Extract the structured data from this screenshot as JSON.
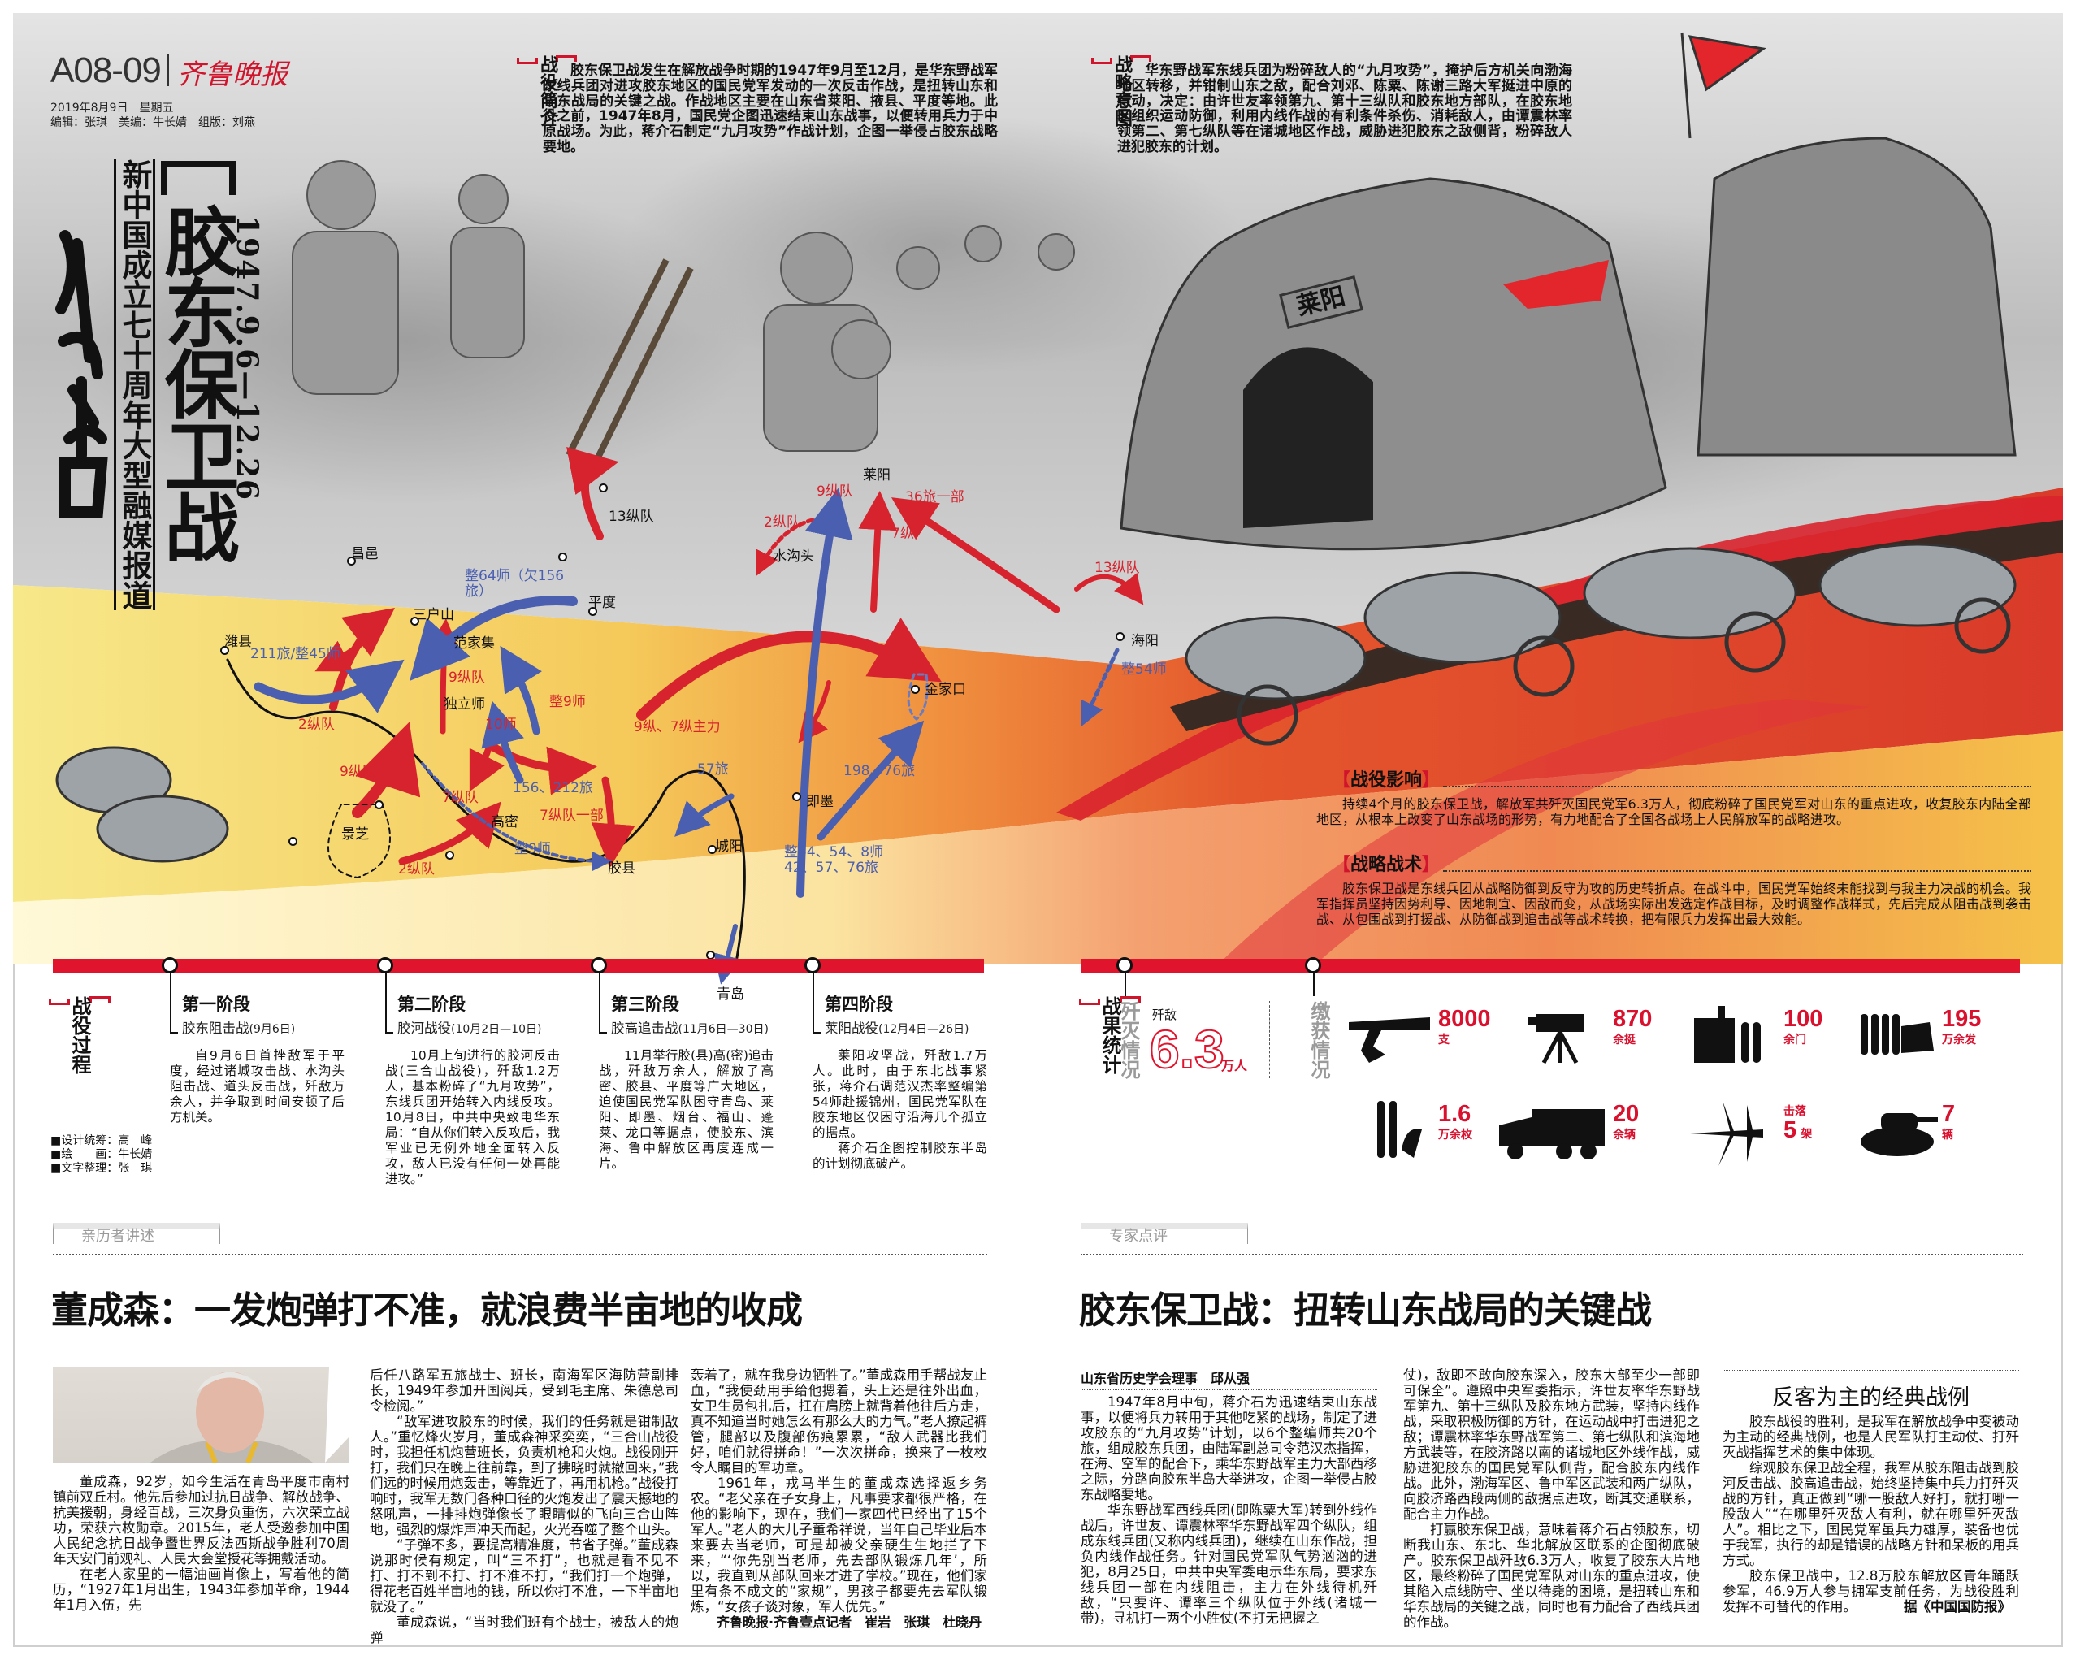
{
  "masthead": {
    "page_code": "A08-09",
    "paper": "齐鲁晚报",
    "date": "2019年8月9日　星期五",
    "editors": "编辑：张琪　美编：牛长婧　组版：刘燕"
  },
  "title": {
    "main": "胶东保卫战",
    "dates": "1947.9.6—12.26",
    "subtitle": "新中国成立七十周年大型融媒报道"
  },
  "intro": {
    "label": "战役简介",
    "text": "胶东保卫战发生在解放战争时期的1947年9月至12月，是华东野战军东线兵团对进攻胶东地区的国民党军发动的一次反击作战，是扭转山东和华东战局的关键之战。作战地区主要在山东省莱阳、掖县、平度等地。此役之前，1947年8月，国民党企图迅速结束山东战事，以便转用兵力于中原战场。为此，蒋介石制定“九月攻势”作战计划，企图一举侵占胶东战略要地。"
  },
  "intent": {
    "label": "战略意图",
    "text": "华东野战军东线兵团为粉碎敌人的“九月攻势”，掩护后方机关向渤海地区转移，并钳制山东之敌，配合刘邓、陈粟、陈谢三路大军挺进中原的行动，决定：由许世友率领第九、第十三纵队和胶东地方部队，在胶东地区组织运动防御，利用内线作战的有利条件杀伤、消耗敌人，由谭震林率领第二、第七纵队等在诸城地区作战，威胁进犯胶东之敌侧背，粉碎敌人进犯胶东的计划。"
  },
  "illustration": {
    "gate_plaque": "莱阳"
  },
  "map": {
    "labels": [
      {
        "text": "13纵队",
        "side": "black"
      },
      {
        "text": "莱阳",
        "side": "black"
      },
      {
        "text": "9纵队",
        "side": "red"
      },
      {
        "text": "36旅一部",
        "side": "red"
      },
      {
        "text": "2纵队",
        "side": "red"
      },
      {
        "text": "7纵",
        "side": "red"
      },
      {
        "text": "水沟头",
        "side": "black"
      },
      {
        "text": "昌邑",
        "side": "black"
      },
      {
        "text": "整64师（欠156旅）",
        "side": "blue"
      },
      {
        "text": "平度",
        "side": "black"
      },
      {
        "text": "三户山",
        "side": "black"
      },
      {
        "text": "范家集",
        "side": "black"
      },
      {
        "text": "潍县",
        "side": "black"
      },
      {
        "text": "211旅/整45师",
        "side": "blue"
      },
      {
        "text": "9纵队",
        "side": "red"
      },
      {
        "text": "独立师",
        "side": "black"
      },
      {
        "text": "整9师",
        "side": "red"
      },
      {
        "text": "10师",
        "side": "red"
      },
      {
        "text": "2纵队",
        "side": "red"
      },
      {
        "text": "9纵、7纵主力",
        "side": "red"
      },
      {
        "text": "9纵队",
        "side": "red"
      },
      {
        "text": "57旅",
        "side": "blue"
      },
      {
        "text": "198、76旅",
        "side": "blue"
      },
      {
        "text": "7纵队",
        "side": "red"
      },
      {
        "text": "156、212旅",
        "side": "blue"
      },
      {
        "text": "即墨",
        "side": "black"
      },
      {
        "text": "7纵队一部",
        "side": "red"
      },
      {
        "text": "高密",
        "side": "black"
      },
      {
        "text": "景芝",
        "side": "black"
      },
      {
        "text": "整9师",
        "side": "blue"
      },
      {
        "text": "城阳",
        "side": "black"
      },
      {
        "text": "整64、54、8师 42、57、76旅",
        "side": "blue"
      },
      {
        "text": "2纵队",
        "side": "red"
      },
      {
        "text": "胶县",
        "side": "black"
      },
      {
        "text": "13纵队",
        "side": "red"
      },
      {
        "text": "海阳",
        "side": "black"
      },
      {
        "text": "整54师",
        "side": "blue"
      },
      {
        "text": "金家口",
        "side": "black"
      },
      {
        "text": "青岛",
        "side": "black"
      }
    ]
  },
  "impact": {
    "label": "战役影响",
    "text": "持续4个月的胶东保卫战，解放军共歼灭国民党军6.3万人，彻底粉碎了国民党军对山东的重点进攻，收复胶东内陆全部地区，从根本上改变了山东战场的形势，有力地配合了全国各战场上人民解放军的战略进攻。"
  },
  "tactics": {
    "label": "战略战术",
    "text": "胶东保卫战是东线兵团从战略防御到反守为攻的历史转折点。在战斗中，国民党军始终未能找到与我主力决战的机会。我军指挥员坚持因势利导、因地制宜、因敌而变，从战场实际出发选定作战目标，及时调整作战样式，先后完成从阻击战到袭击战、从包围战到打援战、从防御战到追击战等战术转换，把有限兵力发挥出最大效能。"
  },
  "process": {
    "label": "战役过程",
    "stages": [
      {
        "title": "第一阶段",
        "battle": "胶东阻击战",
        "dates": "(9月6日)",
        "text": "自9月6日首挫敌军于平度，经过诸城攻击战、水沟头阻击战、道头反击战，歼敌万余人，并争取到时间安顿了后方机关。"
      },
      {
        "title": "第二阶段",
        "battle": "胶河战役",
        "dates": "(10月2日—10日)",
        "text": "10月上旬进行的胶河反击战(三合山战役)，歼敌1.2万人，基本粉碎了“九月攻势”，东线兵团开始转入内线反攻。10月8日，中共中央致电华东局：“自从你们转入反攻后，我军业已无例外地全面转入反攻，敌人已没有任何一处再能进攻。”"
      },
      {
        "title": "第三阶段",
        "battle": "胶高追击战",
        "dates": "(11月6日—30日)",
        "text": "11月举行胶(县)高(密)追击战，歼敌万余人，解放了高密、胶县、平度等广大地区，迫使国民党军队困守青岛、莱阳、即墨、烟台、福山、蓬莱、龙口等据点，使胶东、滨海、鲁中解放区再度连成一片。"
      },
      {
        "title": "第四阶段",
        "battle": "莱阳战役",
        "dates": "(12月4日—26日)",
        "text": "莱阳攻坚战，歼敌1.7万人。此时，由于东北战事紧张，蒋介石调范汉杰率整编第54师赴援锦州，国民党军队在胶东地区仅困守沿海几个孤立的据点。",
        "text2": "蒋介石企图控制胶东半岛的计划彻底破产。"
      }
    ],
    "credits": [
      "■设计统筹：高　峰",
      "■绘　　画：牛长婧",
      "■文字整理：张　琪"
    ]
  },
  "results": {
    "label": "战果统计",
    "annihilated": {
      "label": "歼灭情况",
      "prefix": "歼敌",
      "value": "6.3",
      "unit": "万人"
    },
    "captured": {
      "label": "缴获情况",
      "items": [
        {
          "icon": "rifle",
          "value": "8000",
          "unit": "支"
        },
        {
          "icon": "machine-gun",
          "value": "870",
          "unit": "余挺"
        },
        {
          "icon": "artillery",
          "value": "100",
          "unit": "余门"
        },
        {
          "icon": "shells",
          "value": "195",
          "unit": "万余发"
        },
        {
          "icon": "grenade",
          "value": "1.6",
          "unit": "万余枚"
        },
        {
          "icon": "truck",
          "value": "20",
          "unit": "余辆"
        },
        {
          "icon": "plane",
          "prefix": "击落",
          "value": "5",
          "unit": "架"
        },
        {
          "icon": "tank",
          "value": "7",
          "unit": "辆"
        }
      ]
    }
  },
  "article_left": {
    "tab": "亲历者讲述",
    "headline": "董成森：一发炮弹打不准，就浪费半亩地的收成",
    "col1": [
      "董成森，92岁，如今生活在青岛平度市南村镇前双丘村。他先后参加过抗日战争、解放战争、抗美援朝，身经百战，三次身负重伤，六次荣立战功，荣获六枚勋章。2015年，老人受邀参加中国人民纪念抗日战争暨世界反法西斯战争胜利70周年天安门前观礼、人民大会堂授花等拥戴活动。",
      "在老人家里的一幅油画肖像上，写着他的简历，“1927年1月出生，1943年参加革命，1944年1月入伍，先"
    ],
    "col2": [
      "后任八路军五旅战士、班长，南海军区海防营副排长，1949年参加开国阅兵，受到毛主席、朱德总司令检阅。”",
      "“敌军进攻胶东的时候，我们的任务就是钳制敌人。”重忆烽火岁月，董成森神采奕奕，“三合山战役时，我担任机炮营班长，负责机枪和火炮。战役刚开打，我们只在晚上往前靠，到了拂晓时就撤回来，”我们远的时候用炮轰击，等靠近了，再用机枪。”战役打响时，我军无数门各种口径的火炮发出了震天撼地的怒吼声，一排排炮弹像长了眼睛似的飞向三合山阵地，强烈的爆炸声冲天而起，火光吞噬了整个山头。",
      "“子弹不多，要提高精准度，节省子弹。”董成森说那时候有规定，叫“三不打”，也就是看不见不打、打不到不打、打不准不打，“我们打一个炮弹，得花老百姓半亩地的钱，所以你打不准，一下半亩地就没了。”",
      "董成森说，“当时我们班有个战士，被敌人的炮弹"
    ],
    "col3": [
      "轰着了，就在我身边牺牲了。”董成森用手帮战友止血，“我使劲用手给他摁着，头上还是往外出血，女卫生员包扎后，扛在肩膀上就背着他往后方走，真不知道当时她怎么有那么大的力气。”老人撩起裤管，腿部以及腹部伤痕累累，“敌人武器比我们好，咱们就得拼命！”一次次拼命，换来了一枚枚令人瞩目的军功章。",
      "1961年，戎马半生的董成森选择返乡务农。“老父亲在子女身上，凡事要求都很严格，在他的影响下，现在，我们一家四代已经出了15个军人。”老人的大儿子董希祥说，当年自己毕业后本来要去当老师，可是却被父亲硬生生地拦了下来，“‘你先别当老师，先去部队锻炼几年’，所以，我直到从部队回来才进了学校。”现在，他们家里有条不成文的“家规”，男孩子都要先去军队锻炼，“女孩子谈对象，军人优先。”"
    ],
    "byline": "齐鲁晚报·齐鲁壹点记者　崔岩　张琪　杜晓丹"
  },
  "article_right": {
    "tab": "专家点评",
    "headline": "胶东保卫战：扭转山东战局的关键战",
    "author": "山东省历史学会理事　邱从强",
    "col1": [
      "1947年8月中旬，蒋介石为迅速结束山东战事，以便将兵力转用于其他吃紧的战场，制定了进攻胶东的“九月攻势”计划，以6个整编师共20个旅，组成胶东兵团，由陆军副总司令范汉杰指挥，在海、空军的配合下，乘华东野战军主力大部西移之际，分路向胶东半岛大举进攻，企图一举侵占胶东战略要地。",
      "华东野战军西线兵团(即陈粟大军)转到外线作战后，许世友、谭震林率华东野战军四个纵队，组成东线兵团(又称内线兵团)，继续在山东作战，担负内线作战任务。针对国民党军队气势汹汹的进犯，8月25日，中共中央军委电示华东局，要求东线兵团一部在内线阻击，主力在外线待机歼敌，“只要许、谭率三个纵队位于外线(诸城一带)，寻机打一两个小胜仗(不打无把握之"
    ],
    "col2": [
      "仗)，敌即不敢向胶东深入，胶东大部至少一部即可保全”。遵照中央军委指示，许世友率华东野战军第九、第十三纵队及胶东地方武装，坚持内线作战，采取积极防御的方针，在运动战中打击进犯之敌；谭震林率华东野战军第二、第七纵队和滨海地方武装等，在胶济路以南的诸城地区外线作战，威胁进犯胶东的国民党军队侧背，配合胶东内线作战。此外，渤海军区、鲁中军区武装和两广纵队，向胶济路西段两侧的敌据点进攻，断其交通联系，配合主力作战。",
      "打赢胶东保卫战，意味着蒋介石占领胶东，切断我山东、东北、华北解放区联系的企图彻底破产。胶东保卫战歼敌6.3万人，收复了胶东大片地区，最终粉碎了国民党军队对山东的重点进攻，使其陷入点线防守、坐以待毙的困境，是扭转山东和华东战局的关键之战，同时也有力配合了西线兵团的作战。"
    ],
    "subhead": "反客为主的经典战例",
    "col3": [
      "胶东战役的胜利，是我军在解放战争中变被动为主动的经典战例，也是人民军队打主动仗、打歼灭战指挥艺术的集中体现。",
      "综观胶东保卫战全程，我军从胶东阻击战到胶河反击战、胶高追击战，始终坚持集中兵力打歼灭战的方针，真正做到“哪一股敌人好打，就打哪一股敌人”“在哪里歼灭敌人有利，就在哪里歼灭敌人”。相比之下，国民党军虽兵力雄厚，装备也优于我军，执行的却是错误的战略方针和呆板的用兵方式。",
      "胶东保卫战中，12.8万胶东解放区青年踊跃参军，46.9万人参与拥军支前任务，为战役胜利发挥不可替代的作用。"
    ],
    "source": "据《中国国防报》"
  },
  "colors": {
    "accent_red": "#e0142c",
    "map_red": "#d7232d",
    "map_blue": "#4a5fb0"
  }
}
